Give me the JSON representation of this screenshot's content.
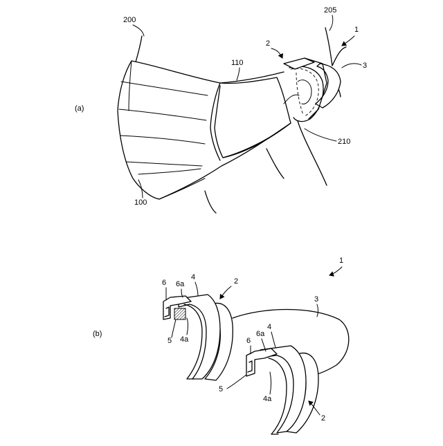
{
  "panels": {
    "a": {
      "label": "(a)"
    },
    "b": {
      "label": "(b)"
    }
  },
  "references_a": {
    "r200": "200",
    "r205": "205",
    "r1": "1",
    "r2": "2",
    "r3": "3",
    "r110": "110",
    "r210": "210",
    "r100": "100"
  },
  "references_b": {
    "r1": "1",
    "r2_left": "2",
    "r3": "3",
    "r4_left": "4",
    "r6_left": "6",
    "r6a_left": "6a",
    "r5_left": "5",
    "r4a_left": "4a",
    "r4_right": "4",
    "r6a_right": "6a",
    "r6_right": "6",
    "r5_right": "5",
    "r4a_right": "4a",
    "r2_right": "2"
  }
}
